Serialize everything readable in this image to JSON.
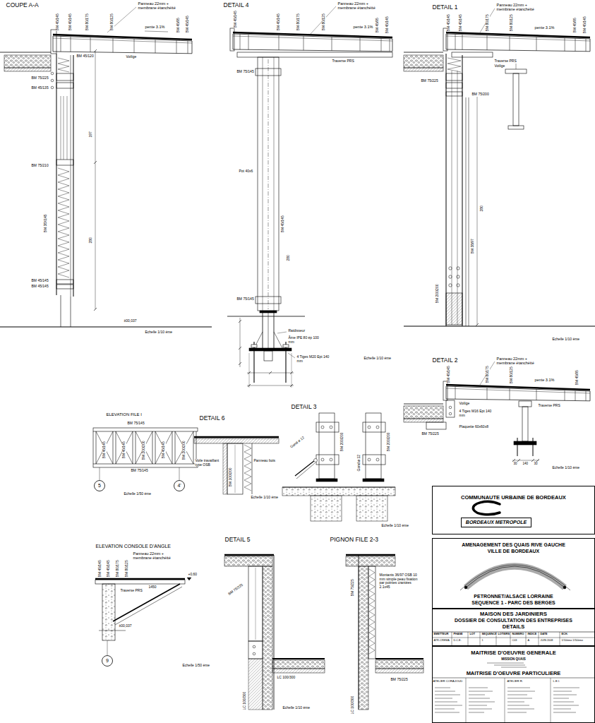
{
  "diagram": {
    "nodes": [
      {
        "text": [
          "COMMUNAUTE URBAINE DE BORDEAUX"
        ]
      },
      {
        "text": [
          "BORDEAUX METROPOLE"
        ],
        "in": 0
      },
      {
        "text": [
          "AMENAGEMENT DES QUAIS RIVE GAUCHE",
          "VILLE DE BORDEAUX",
          "PETRONNET/ALSACE LORRAINE",
          "SEQUENCE 1 - PARC DES BERGES"
        ]
      },
      {
        "text": [
          "MAISON DES JARDINIERS",
          "DOSSIER DE CONSULTATION DES ENTREPRISES",
          "DETAILS"
        ]
      },
      {
        "text": [
          "MAITRISE D'OEUVRE GENERALE",
          "MISSION QUAIS",
          "MAITRISE D'OEUVRE PARTICULIERE"
        ]
      },
      {
        "text": [
          "5"
        ]
      },
      {
        "text": [
          "4'"
        ]
      },
      {
        "text": [
          "9"
        ]
      }
    ],
    "labels": [
      "COUPE A-A",
      "Panneau 22mm + membrane étanchéité",
      "pente 3.1%",
      "BM 45/145",
      "BM 45/145",
      "BM 80/175",
      "BM 80/125",
      "BM 45/95",
      "BM 45/145",
      "BM 45/120",
      "Voilige",
      "BM 75/225",
      "BM 45/135",
      "197",
      "BM 75/210",
      "BM 38X145",
      "280",
      "BM 45/145",
      "BM 45/145",
      "±00,037",
      "Echelle 1/10 ème",
      "DETAIL 4",
      "Panneau 22mm + membrane étanchéité",
      "pente 3.1%",
      "BM 45/145",
      "BM 45/145",
      "BM 80/175",
      "BM 80/125",
      "BM 45/95",
      "BM 45/145",
      "Traverse PRS",
      "BM 75/145",
      "Pot 40x6",
      "BM 45/145",
      "BM 75/145",
      "280",
      "Raidisseur",
      "Âme IPE 80 ép 100 mm",
      "4 Tiges M20 Ept 140 mm",
      "Echelle 1/10 ème",
      "DETAIL 1",
      "Panneau 22mm + membrane étanchéité",
      "pente 3.1%",
      "BM 45/145",
      "BM 45/145",
      "BM 80/175",
      "BM 80/125",
      "BM 45/95",
      "BM 45/145",
      "Traverse PRS",
      "Voilige",
      "BM 75/225",
      "BM 75/200",
      "BM 38/97",
      "BM 200/200",
      "280",
      "Echelle 1/10 ème",
      "DETAIL 2",
      "Panneau 22mm + membrane étanchéité",
      "pente 3.1%",
      "BM 45/145",
      "BM 80/175",
      "BM 80/125",
      "BM 45/95",
      "Voilige",
      "Traverse PRS",
      "4 Tiges M16 Ept 140 mm",
      "Plaquette 60x60x8",
      "BM 75/225",
      "30",
      "140",
      "30",
      "Echelle 1/10 ème",
      "ELEVATION FILE I",
      "BM 75/145",
      "BM 45/145",
      "BM 45/145",
      "BM 200/200",
      "BM 45/145",
      "BM 200/200",
      "BM 75/145",
      "Echelle 1/50 ème",
      "DETAIL 6",
      "BM 100/200",
      "Voile travaillant type OSB",
      "Panneau bois",
      "Echelle 1/10 ème",
      "DETAIL 3",
      "Gond ø 12",
      "Gond ø 12",
      "BM 200/200",
      "BM 200/200",
      "Echelle 1/10 ème",
      "ELEVATION CONSOLE D'ANGLE",
      "Panneau 22mm + membrane étanchéité",
      "BM 45/145",
      "BM 45/145",
      "BM 80/175",
      "BM 80/125",
      "Traverse PRS",
      "1450",
      "+0,60",
      "±00,037",
      "Echelle 1/50 ème",
      "DETAIL 5",
      "BM 75/225",
      "LC 100/300",
      "LC 100/300",
      "Echelle 1/10 ème",
      "PIGNON FILE 2-3",
      "BM 75/225",
      "Montants 36/97 OSB 10 mm simple peau fixation par pointes crantées 2.1x45",
      "BM 75/225",
      "LC 100/300",
      "EMETTEUR",
      "PHASE",
      "LOT",
      "SEQUENCE",
      "LOTIERS",
      "NUMERO",
      "INDICE",
      "DATE",
      "ECH.",
      "ATR-CREMA",
      "D.C.E.",
      "1",
      "C03",
      "A",
      "JUIN 2008",
      "1/10ème 1/50ème",
      "ATELIER CORAJOUD",
      "ATELIER R.",
      "L.E.I."
    ]
  }
}
